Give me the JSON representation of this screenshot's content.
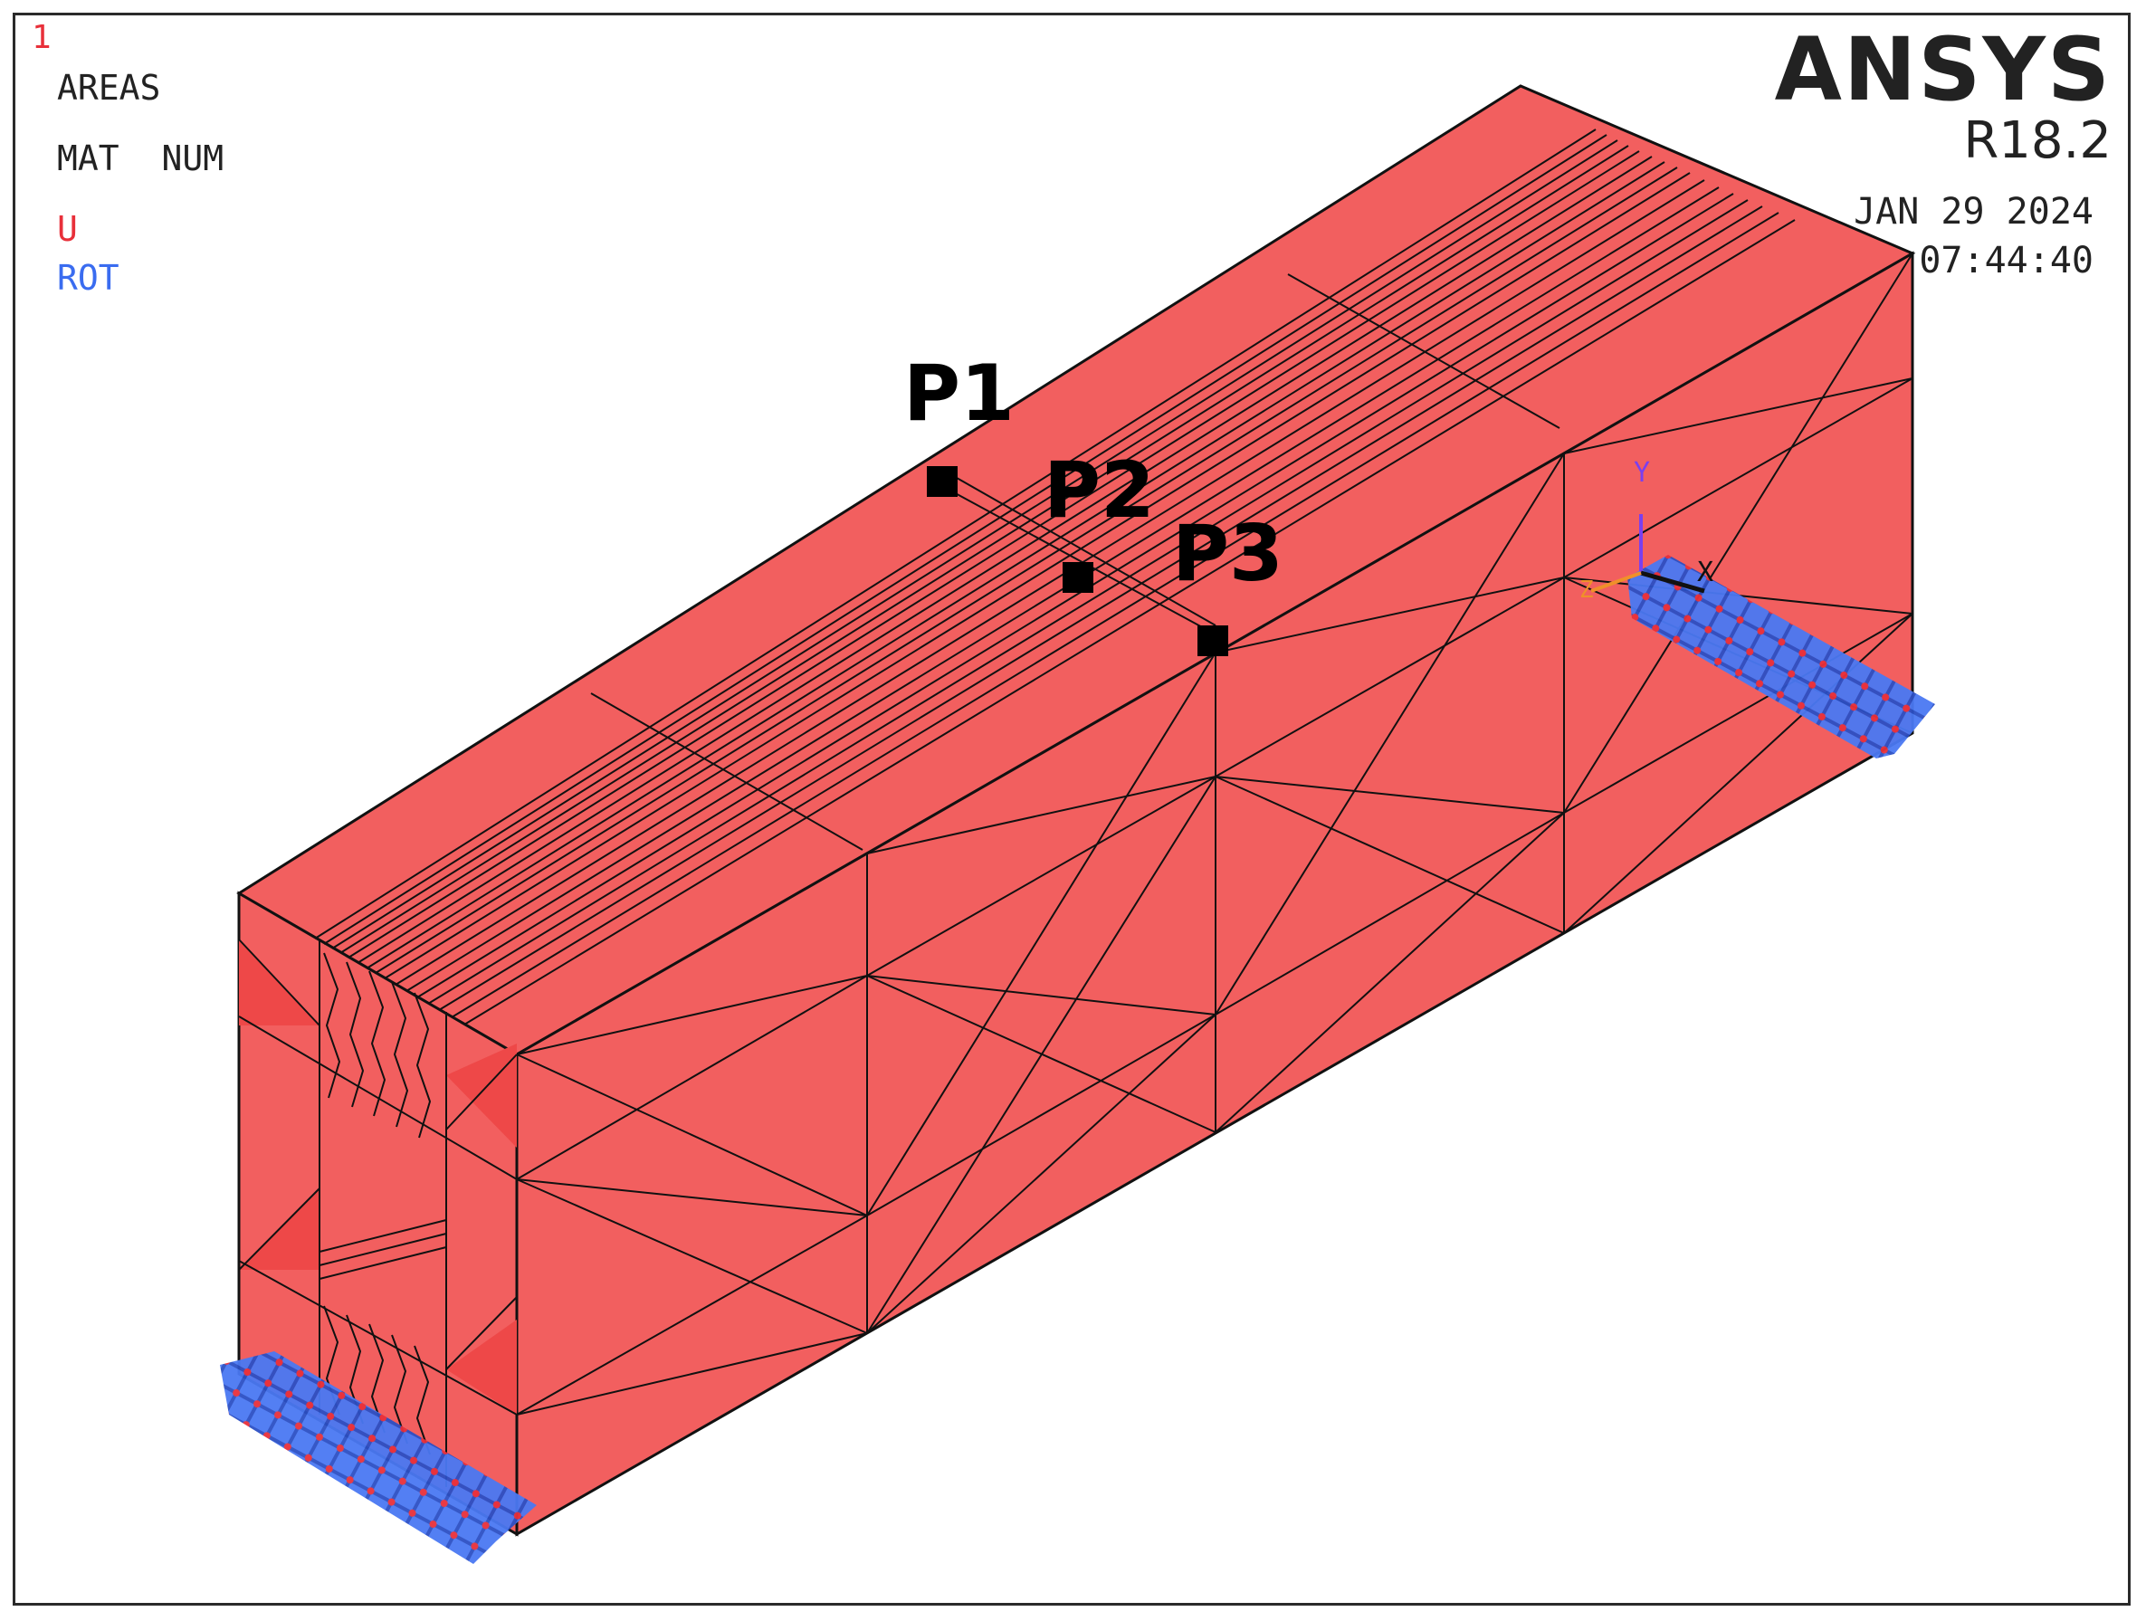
{
  "window": {
    "number": "1",
    "legend": {
      "areas": "AREAS",
      "mat_num": "MAT NUM",
      "u": "U",
      "rot": "ROT"
    },
    "brand": "ANSYS",
    "version": "R18.2",
    "date": "JAN 29 2024",
    "time": "07:44:40"
  },
  "points": [
    {
      "label": "P1"
    },
    {
      "label": "P2"
    },
    {
      "label": "P3"
    }
  ],
  "triad": {
    "x": "X",
    "y": "Y",
    "z": "Z"
  },
  "colors": {
    "area_fill": "#f25f5f",
    "area_fill_dark": "#ee4848",
    "edge": "#111111",
    "constraint_u": "#e8303a",
    "constraint_rot": "#3a6cf0",
    "background": "#ffffff"
  }
}
